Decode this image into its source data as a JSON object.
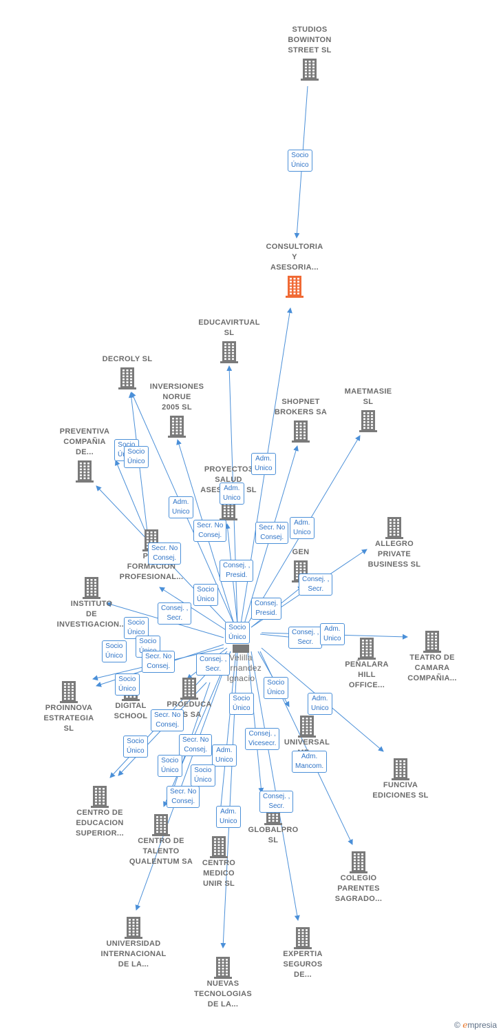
{
  "colors": {
    "edge": "#4a8fd8",
    "building": "#7a7a7a",
    "focus_building": "#f06a35",
    "label": "#6b6b6b"
  },
  "nodes": [
    {
      "id": "studios",
      "label": "STUDIOS\nBOWINTON\nSTREET  SL",
      "icon": "building-icon"
    },
    {
      "id": "consultoria",
      "label": "CONSULTORIA\nY\nASESORIA...",
      "icon": "building-icon",
      "focus": true
    },
    {
      "id": "educavirtual",
      "label": "EDUCAVIRTUAL\nSL",
      "icon": "building-icon"
    },
    {
      "id": "decroly",
      "label": "DECROLY SL",
      "icon": "building-icon"
    },
    {
      "id": "inversiones",
      "label": "INVERSIONES\nNORUE\n2005 SL",
      "icon": "building-icon"
    },
    {
      "id": "shopnet",
      "label": "SHOPNET\nBROKERS SA",
      "icon": "building-icon"
    },
    {
      "id": "maetmasie",
      "label": "MAETMASIE\nSL",
      "icon": "building-icon"
    },
    {
      "id": "preventiva",
      "label": "PREVENTIVA\nCOMPAÑIA\nDE...",
      "icon": "building-icon"
    },
    {
      "id": "proyecto3",
      "label": "PROYECTO3\nSALUD\nASESORES SL",
      "icon": "building-icon"
    },
    {
      "id": "allegro",
      "label": "ALLEGRO\nPRIVATE\nBUSINESS  SL",
      "icon": "building-icon"
    },
    {
      "id": "formacion",
      "label": "PRO\nFORMACION\nPROFESIONAL...",
      "icon": "building-icon"
    },
    {
      "id": "instituto",
      "label": "INSTITUTO\nDE\nINVESTIGACION...",
      "icon": "building-icon"
    },
    {
      "id": "gen",
      "label": "GEN",
      "icon": "building-icon"
    },
    {
      "id": "teatro",
      "label": "TEATRO DE\nCAMARA\nCOMPAÑIA...",
      "icon": "building-icon"
    },
    {
      "id": "penalara",
      "label": "PEÑALARA\nHILL\nOFFICE...",
      "icon": "building-icon"
    },
    {
      "id": "proinnova",
      "label": "PROINNOVA\nESTRATEGIA\nSL",
      "icon": "building-icon"
    },
    {
      "id": "digital",
      "label": "DIGITAL\nSCHOOL",
      "icon": "building-icon"
    },
    {
      "id": "proeduca",
      "label": "PROEDUCA\nUS SA",
      "icon": "building-icon"
    },
    {
      "id": "universal",
      "label": "UNIVERSAL\nME...",
      "icon": "building-icon"
    },
    {
      "id": "funciva",
      "label": "FUNCIVA\nEDICIONES  SL",
      "icon": "building-icon"
    },
    {
      "id": "centroedu",
      "label": "CENTRO DE\nEDUCACION\nSUPERIOR...",
      "icon": "building-icon"
    },
    {
      "id": "qualentum",
      "label": "CENTRO DE\nTALENTO\nQUALENTUM SA",
      "icon": "building-icon"
    },
    {
      "id": "medico",
      "label": "CENTRO\nMEDICO\nUNIR  SL",
      "icon": "building-icon"
    },
    {
      "id": "globalpro",
      "label": "GLOBALPRO\nSL",
      "icon": "building-icon"
    },
    {
      "id": "colegio",
      "label": "COLEGIO\nPARENTES\nSAGRADO...",
      "icon": "building-icon"
    },
    {
      "id": "unir",
      "label": "UNIVERSIDAD\nINTERNACIONAL\nDE LA...",
      "icon": "building-icon"
    },
    {
      "id": "expertia",
      "label": "EXPERTIA\nSEGUROS\nDE...",
      "icon": "building-icon"
    },
    {
      "id": "nuevas",
      "label": "NUEVAS\nTECNOLOGIAS\nDE LA...",
      "icon": "building-icon"
    }
  ],
  "person": {
    "label": "Velilla\nFernandez\nIgnacio",
    "icon": "person-icon"
  },
  "roles": [
    "Socio\nÚnico",
    "Adm.\nUnico",
    "Adm.\nUnico",
    "Socio\nÚnico",
    "Socio\nÚnico",
    "Adm.\nUnico",
    "Secr.  No\nConsej.",
    "Secr.  No\nConsej.",
    "Adm.\nUnico",
    "Secr.  No\nConsej.",
    "Consej. ,\nPresid.",
    "Consej. ,\nSecr.",
    "Socio\nÚnico",
    "Consej. ,\nSecr.",
    "Consej.\nPresid.",
    "Socio\nÚnico",
    "Consej. ,\nSecr.",
    "Adm.\nUnico",
    "Socio\nÚnico",
    "Socio\nÚnico",
    "Socio\nÚnico",
    "Secr.  No\nConsej.",
    "Socio\nÚnico",
    "Consej. ,\nSecr.",
    "Socio\nÚnico",
    "Adm.\nUnico",
    "Secr.  No\nConsej.",
    "Socio\nÚnico",
    "Consej. ,\nVicesecr.",
    "Secr.  No\nConsej.",
    "Adm.\nUnico",
    "Adm.\nMancom.",
    "Socio\nÚnico",
    "Socio\nÚnico",
    "Socio\nÚnico",
    "Secr.  No\nConsej.",
    "Adm.\nUnico",
    "Consej. ,\nSecr."
  ],
  "watermark": {
    "copyright": "©",
    "brand": "mpresia",
    "brand_initial": "e"
  }
}
